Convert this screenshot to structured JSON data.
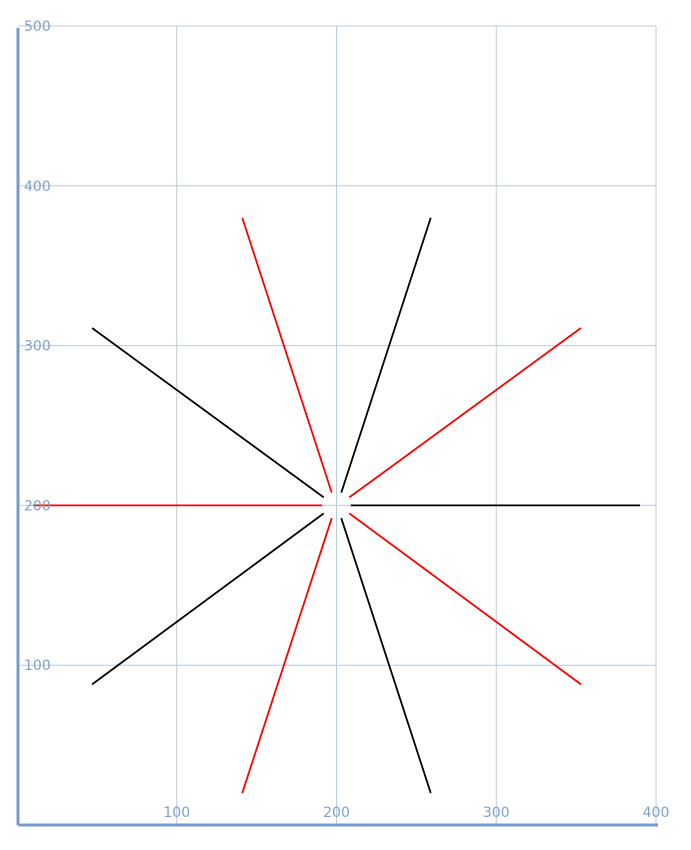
{
  "chart_data": {
    "type": "line",
    "title": "",
    "xlabel": "",
    "ylabel": "",
    "xlim": [
      20,
      400
    ],
    "ylim": [
      20,
      500
    ],
    "grid": true,
    "x_ticks": [
      {
        "value": 100,
        "label": "100"
      },
      {
        "value": 200,
        "label": "200"
      },
      {
        "value": 300,
        "label": "300"
      },
      {
        "value": 400,
        "label": "400"
      }
    ],
    "y_ticks": [
      {
        "value": 100,
        "label": "100"
      },
      {
        "value": 200,
        "label": "200"
      },
      {
        "value": 300,
        "label": "300"
      },
      {
        "value": 400,
        "label": "400"
      },
      {
        "value": 500,
        "label": "500"
      }
    ],
    "colors": {
      "grid": "#b8cce0",
      "axis": "#7799cc",
      "tick_text": "#7f9fca",
      "black_series": "#000000",
      "red_series": "#ff0000"
    },
    "segments": [
      {
        "color": "black",
        "x": [
          209,
          390
        ],
        "y": [
          200,
          200
        ]
      },
      {
        "color": "red",
        "x": [
          208,
          353
        ],
        "y": [
          205,
          311
        ]
      },
      {
        "color": "black",
        "x": [
          203,
          259
        ],
        "y": [
          208,
          380
        ]
      },
      {
        "color": "red",
        "x": [
          197,
          141
        ],
        "y": [
          208,
          380
        ]
      },
      {
        "color": "black",
        "x": [
          192,
          47
        ],
        "y": [
          205,
          311
        ]
      },
      {
        "color": "red",
        "x": [
          191,
          10
        ],
        "y": [
          200,
          200
        ]
      },
      {
        "color": "black",
        "x": [
          192,
          47
        ],
        "y": [
          195,
          88
        ]
      },
      {
        "color": "red",
        "x": [
          197,
          141
        ],
        "y": [
          192,
          20
        ]
      },
      {
        "color": "black",
        "x": [
          203,
          259
        ],
        "y": [
          192,
          20
        ]
      },
      {
        "color": "red",
        "x": [
          208,
          353
        ],
        "y": [
          195,
          88
        ]
      }
    ]
  }
}
